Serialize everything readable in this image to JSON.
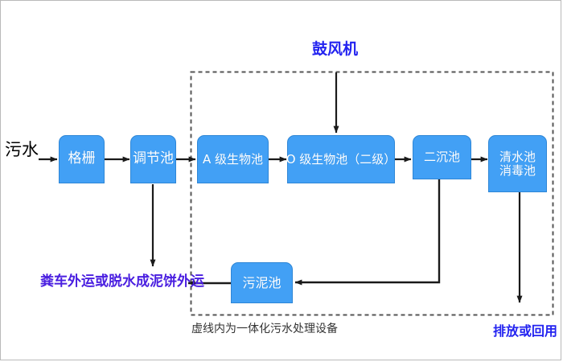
{
  "diagram": {
    "title_note": "虚线内为一体化污水处理设备",
    "colors": {
      "node_fill": "#42A0F5",
      "node_stroke": "#2E86D6",
      "node_text": "#FFFFFF",
      "arrow": "#1A1A1A",
      "dashed_box": "#555555",
      "label_blue": "#2323F0",
      "label_violet": "#4A1FE0",
      "label_black": "#000000",
      "canvas": "#FFFFFF"
    },
    "nodes": [
      {
        "id": "grille",
        "name": "格栅",
        "lines": [
          "格栅"
        ]
      },
      {
        "id": "regulating",
        "name": "调节池",
        "lines": [
          "调节池"
        ]
      },
      {
        "id": "a-stage-bio",
        "name": "A 级生物池",
        "lines": [
          "A 级生物池"
        ]
      },
      {
        "id": "o-stage-bio",
        "name": "O 级生物池（二级）",
        "lines": [
          "O 级生物池（二级）"
        ]
      },
      {
        "id": "secondary-clarifier",
        "name": "二沉池",
        "lines": [
          "二沉池"
        ]
      },
      {
        "id": "clearwater-disinfect",
        "name": "清水池 消毒池",
        "lines": [
          "清水池",
          "消毒池"
        ]
      },
      {
        "id": "sludge-tank",
        "name": "污泥池",
        "lines": [
          "污泥池"
        ]
      }
    ],
    "labels": {
      "inlet": "污水",
      "blower": "鼓风机",
      "sludge_disposal": "粪车外运或脱水成泥饼外运",
      "outlet": "排放或回用",
      "dashed_caption": "虚线内为一体化污水处理设备"
    }
  }
}
